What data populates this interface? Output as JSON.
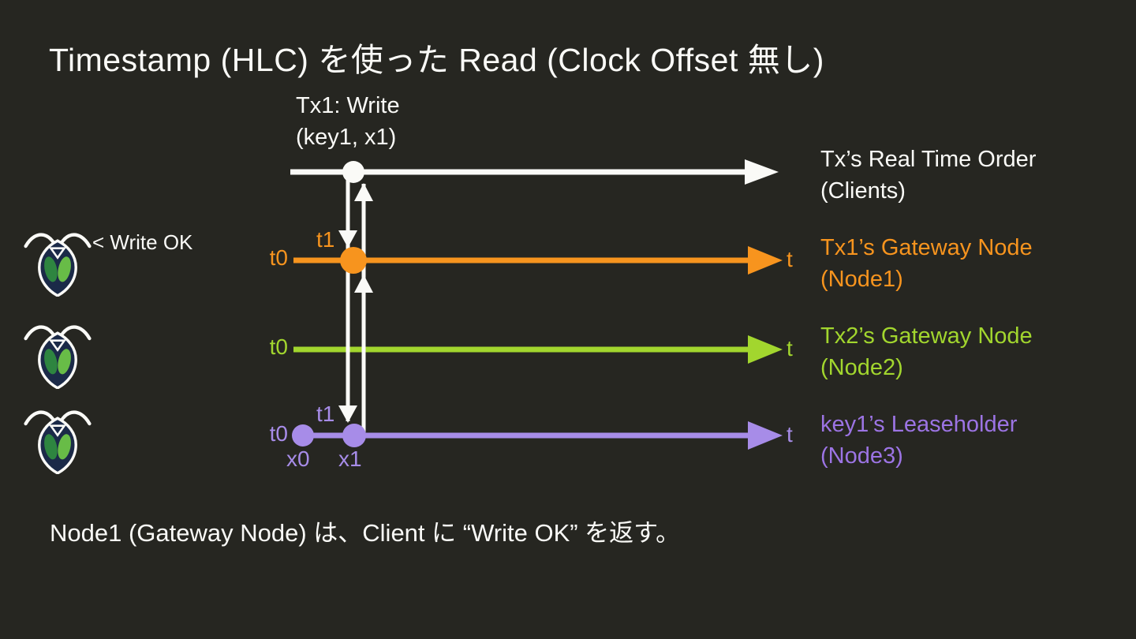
{
  "colors": {
    "background": "#262621",
    "white": "#FAFAF7",
    "orange": "#F7941E",
    "green": "#A2D62E",
    "purple_line": "#A78CE8",
    "purple_text": "#9C74E4",
    "logo_body": "#1B2A48",
    "logo_leaf_left": "#2E8540",
    "logo_leaf_right": "#68BC47"
  },
  "title": "Timestamp (HLC) を使った Read (Clock Offset 無し)",
  "footer": "Node1 (Gateway Node) は、Client に “Write OK” を返す。",
  "tx_annotation": {
    "line1": "Tx1: Write",
    "line2": "(key1, x1)"
  },
  "write_ok_label": "< Write OK",
  "timelines": {
    "clients": {
      "label1": "Tx’s Real Time Order",
      "label2": "(Clients)"
    },
    "node1": {
      "label1": "Tx1’s Gateway Node",
      "label2": "(Node1)",
      "t0": "t0",
      "t1": "t1",
      "t_end": "t"
    },
    "node2": {
      "label1": "Tx2’s Gateway Node",
      "label2": "(Node2)",
      "t0": "t0",
      "t_end": "t"
    },
    "node3": {
      "label1": "key1’s Leaseholder",
      "label2": "(Node3)",
      "t0": "t0",
      "t1": "t1",
      "t_end": "t",
      "x0": "x0",
      "x1": "x1"
    }
  }
}
